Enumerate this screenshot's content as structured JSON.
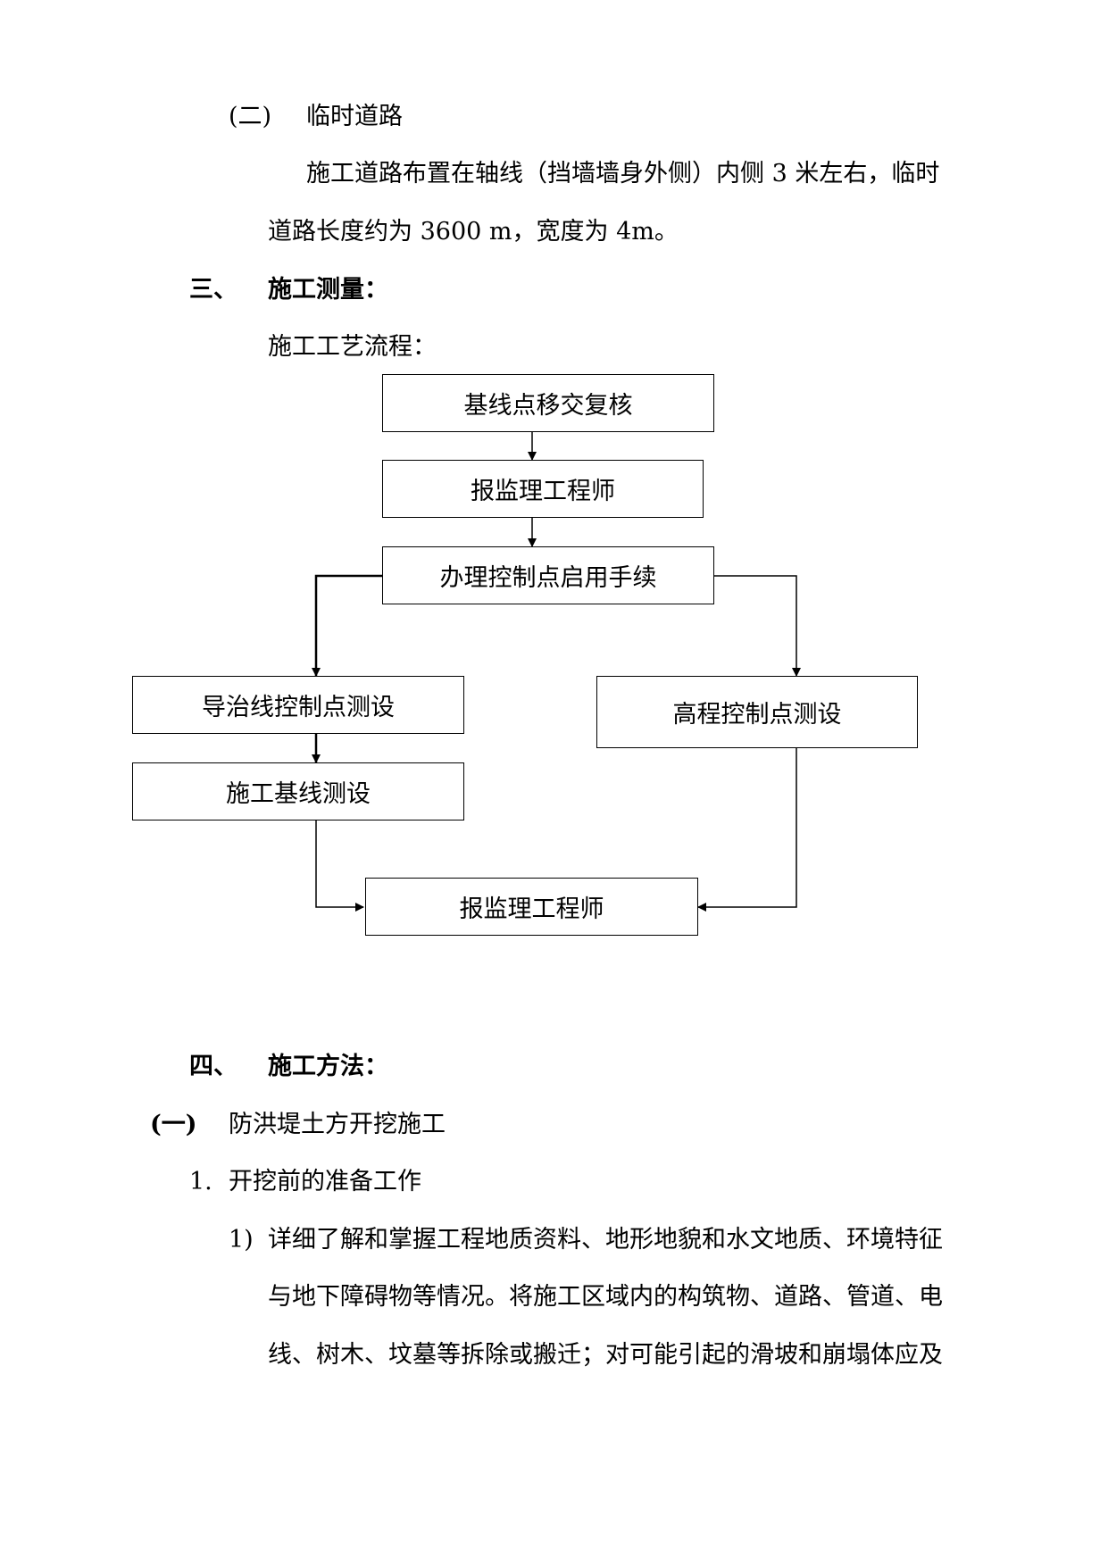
{
  "section_2": {
    "num": "(二)",
    "title": "临时道路",
    "para_line1": "施工道路布置在轴线（挡墙墙身外侧）内侧 3 米左右，临时",
    "para_line2": "道路长度约为 3600 m，宽度为 4m。"
  },
  "section_3": {
    "num": "三、",
    "title": "施工测量：",
    "flow_intro": "施工工艺流程："
  },
  "flowchart": {
    "box1": "基线点移交复核",
    "box2": "报监理工程师",
    "box3": "办理控制点启用手续",
    "box4": "导治线控制点测设",
    "box5": "高程控制点测设",
    "box6": "施工基线测设",
    "box7": "报监理工程师"
  },
  "section_4": {
    "num": "四、",
    "title": "施工方法："
  },
  "subsection_1": {
    "num": "(一)",
    "title": "防洪堤土方开挖施工"
  },
  "item_1": {
    "num": "1.",
    "title": "开挖前的准备工作"
  },
  "item_1_1": {
    "num": "1)",
    "line1": "详细了解和掌握工程地质资料、地形地貌和水文地质、环境特征",
    "line2": "与地下障碍物等情况。将施工区域内的构筑物、道路、管道、电",
    "line3": "线、树木、坟墓等拆除或搬迁；对可能引起的滑坡和崩塌体应及"
  }
}
